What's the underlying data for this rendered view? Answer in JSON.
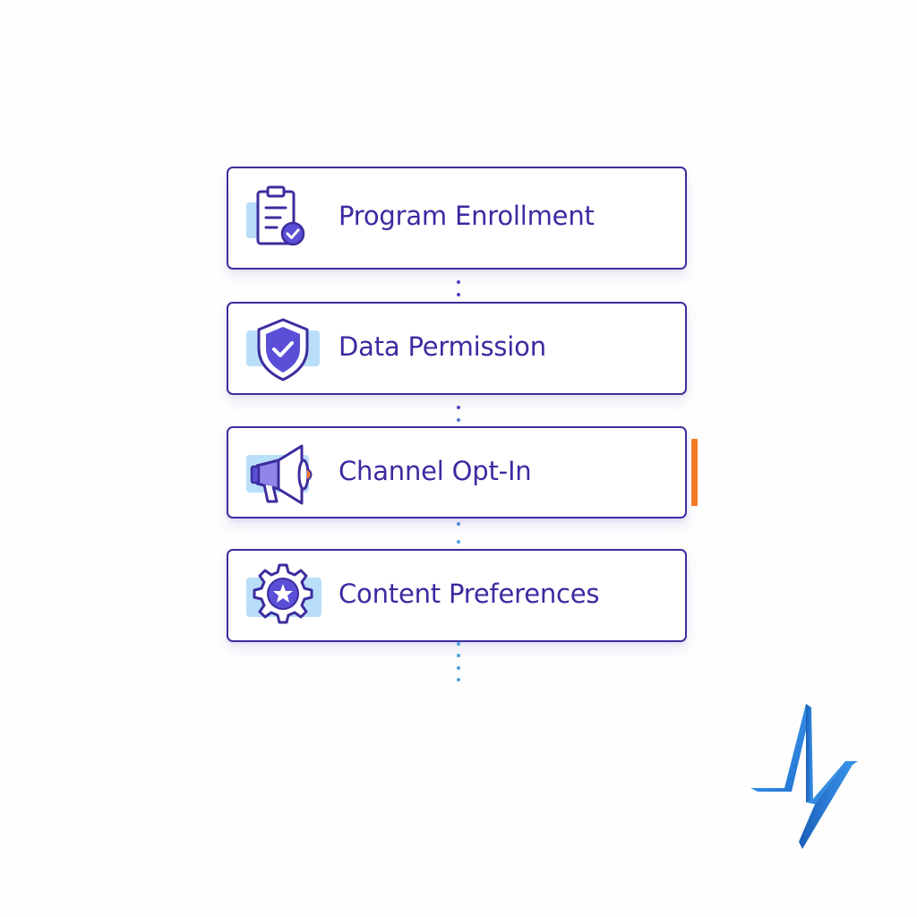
{
  "steps": [
    {
      "label": "Program Enrollment",
      "icon": "clipboard-check-icon",
      "active": false
    },
    {
      "label": "Data Permission",
      "icon": "shield-check-icon",
      "active": false
    },
    {
      "label": "Channel Opt-In",
      "icon": "megaphone-icon",
      "active": true
    },
    {
      "label": "Content Preferences",
      "icon": "gear-star-icon",
      "active": false
    }
  ],
  "colors": {
    "card_border": "#3d2d9e",
    "label_text": "#3b2aa1",
    "icon_stroke": "#3d2d9e",
    "icon_highlight": "#b9defa",
    "icon_accent": "#5a4fd6",
    "active_marker": "#f47a26",
    "connector_dots_top": "#5a3fbf",
    "connector_dots_bottom": "#4aa3e0",
    "logo_blue": "#2f8de8"
  },
  "logo": {
    "icon": "bolt-logo-icon"
  }
}
